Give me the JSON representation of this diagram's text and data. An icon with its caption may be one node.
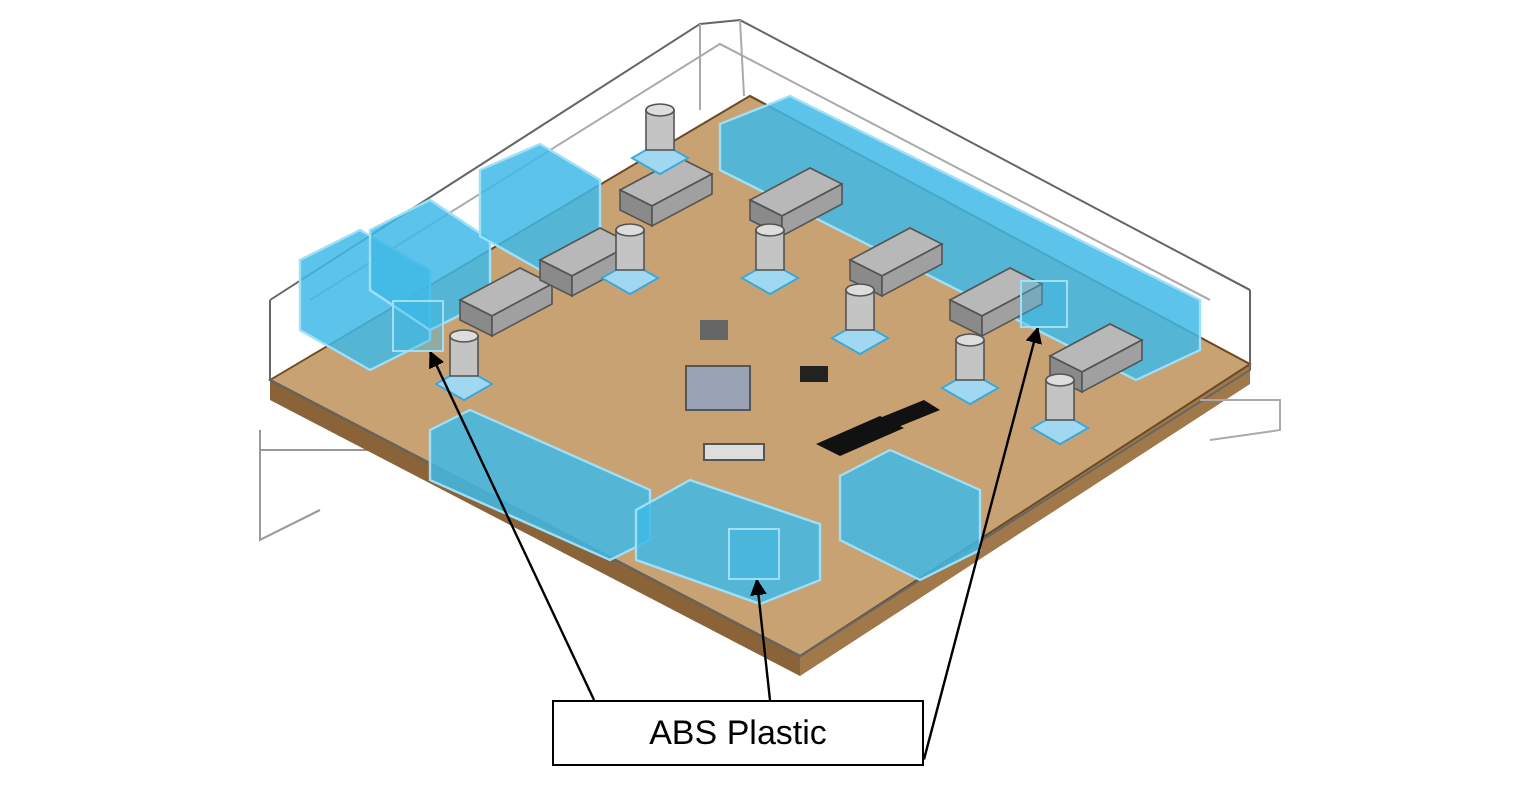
{
  "diagram": {
    "nodes": [
      {
        "text": [
          "ABS Plastic"
        ]
      },
      {
        "text": [],
        "shape": "box"
      },
      {
        "text": [],
        "shape": "box"
      },
      {
        "text": [],
        "shape": "box"
      }
    ],
    "edges": [
      {
        "from": 0,
        "to": 1,
        "arrow": "to"
      },
      {
        "from": 0,
        "to": 2,
        "arrow": "to"
      },
      {
        "from": 0,
        "to": 3,
        "arrow": "to"
      }
    ]
  }
}
